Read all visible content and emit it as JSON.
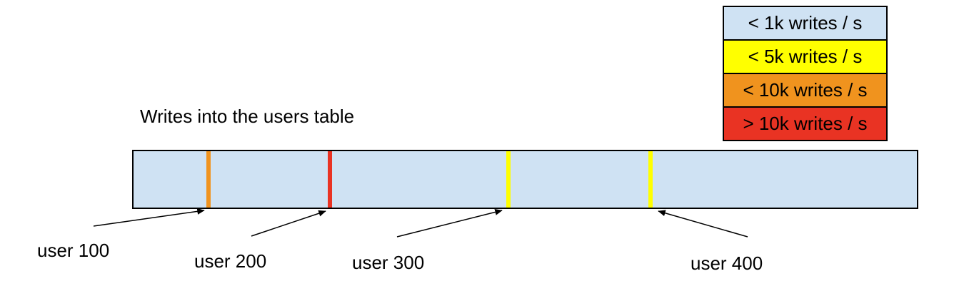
{
  "title": "Writes into the users table",
  "legend": {
    "items": [
      {
        "label": "< 1k writes / s",
        "color": "#cfe2f3"
      },
      {
        "label": "< 5k writes / s",
        "color": "#ffff00"
      },
      {
        "label": "< 10k writes / s",
        "color": "#f0931e"
      },
      {
        "label": "> 10k writes / s",
        "color": "#e93323"
      }
    ]
  },
  "bar": {
    "fill": "#cfe2f3",
    "border_color": "#000000"
  },
  "markers": [
    {
      "user": "user 100",
      "write_rate": "< 10k writes / s",
      "color": "#f0931e"
    },
    {
      "user": "user 200",
      "write_rate": "> 10k writes / s",
      "color": "#e93323"
    },
    {
      "user": "user 300",
      "write_rate": "< 5k writes / s",
      "color": "#ffff00"
    },
    {
      "user": "user 400",
      "write_rate": "< 5k writes / s",
      "color": "#ffff00"
    }
  ]
}
